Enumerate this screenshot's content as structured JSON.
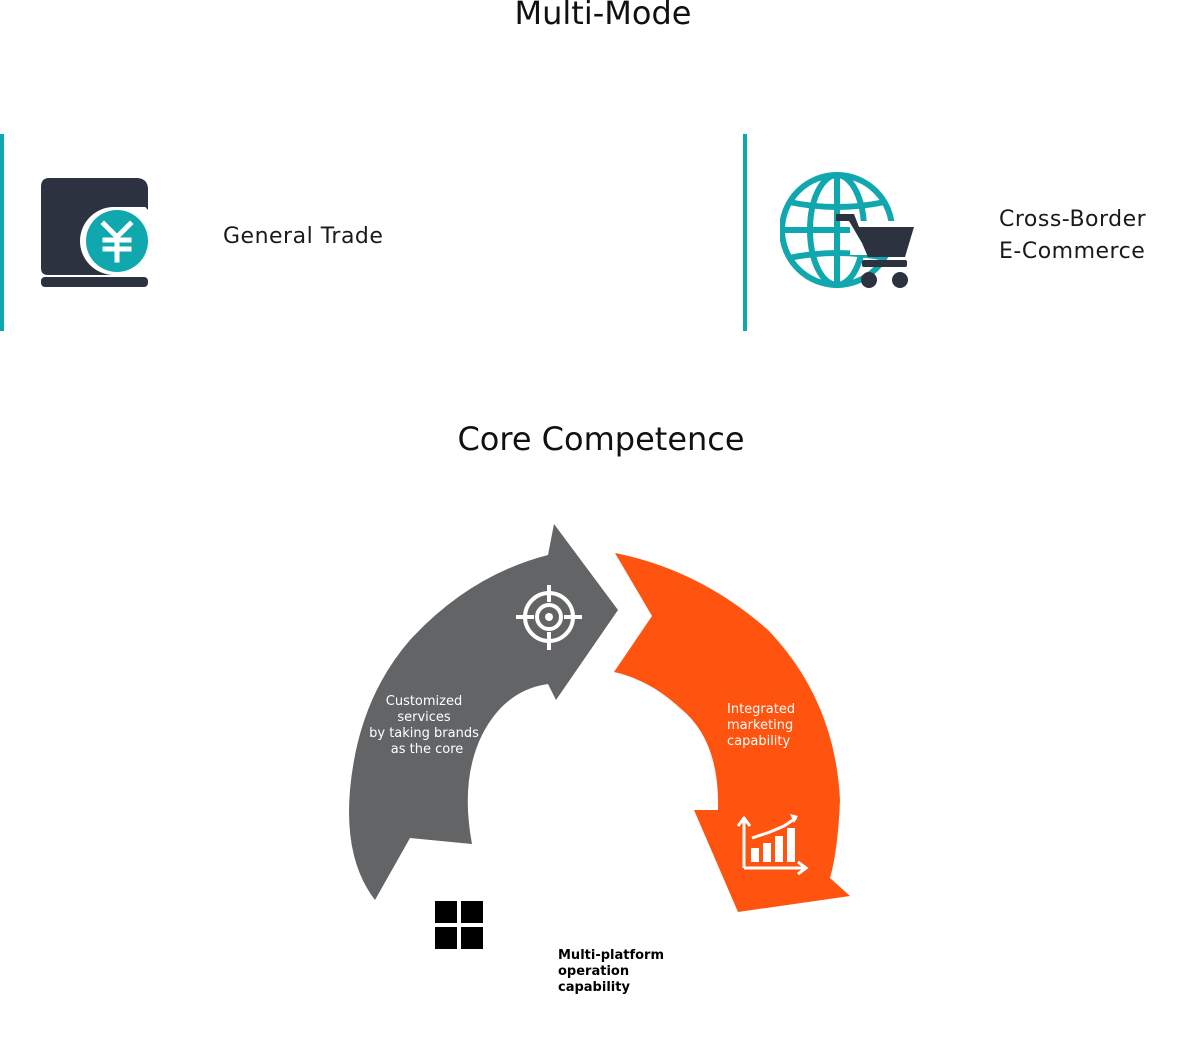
{
  "multi_mode": {
    "title": "Multi-Mode",
    "general_trade": {
      "label": "General Trade",
      "icon": "yuan-wallet-icon"
    },
    "cross_border": {
      "label_line1": "Cross-Border",
      "label_line2": "E-Commerce",
      "icon": "globe-cart-icon"
    }
  },
  "core_competence": {
    "title": "Core Competence",
    "gray_arrow": {
      "line1": "Customized",
      "line2": "services",
      "line3": "by taking brands",
      "line4": "as the core",
      "icon": "target-icon"
    },
    "orange_arrow": {
      "line1": "Integrated",
      "line2": "marketing",
      "line3": "capability",
      "icon": "bar-chart-growth-icon"
    },
    "platform": {
      "line1": "Multi-platform",
      "line2": "operation",
      "line3": "capability",
      "icon": "windows-grid-icon"
    }
  },
  "colors": {
    "teal": "#10a8ae",
    "navy": "#2d3240",
    "gray_arrow": "#636466",
    "orange_arrow": "#ff5310",
    "black": "#000000"
  }
}
